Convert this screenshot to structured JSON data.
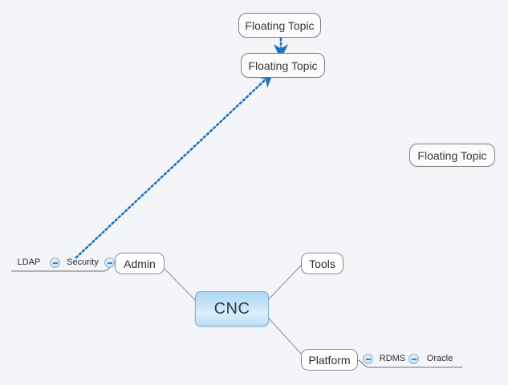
{
  "app": {
    "type": "mind-map-canvas",
    "background_color": "#f4f5f9"
  },
  "central_topic": {
    "label": "CNC",
    "fill_color": "#c9e4f8",
    "border_color": "#7fb4da"
  },
  "main_topics": [
    {
      "id": "admin",
      "label": "Admin"
    },
    {
      "id": "tools",
      "label": "Tools"
    },
    {
      "id": "platform",
      "label": "Platform"
    }
  ],
  "subtopics": [
    {
      "id": "security",
      "label": "Security",
      "parent": "admin"
    },
    {
      "id": "ldap",
      "label": "LDAP",
      "parent": "security"
    },
    {
      "id": "rdms",
      "label": "RDMS",
      "parent": "platform"
    },
    {
      "id": "oracle",
      "label": "Oracle",
      "parent": "rdms"
    }
  ],
  "floating_topics": [
    {
      "id": "floating-1",
      "label": "Floating Topic"
    },
    {
      "id": "floating-2",
      "label": "Floating Topic"
    },
    {
      "id": "floating-3",
      "label": "Floating Topic"
    }
  ],
  "relationships": [
    {
      "id": "rel-floating-1-to-2",
      "style": "dotted",
      "color": "#1f72c0",
      "arrowhead": "filled",
      "from": "floating-1",
      "to": "floating-2"
    },
    {
      "id": "rel-security-to-floating-2",
      "style": "dotted",
      "color": "#1f72c0",
      "arrowhead": "filled",
      "from": "security",
      "to": "floating-2"
    }
  ],
  "collapse_buttons": [
    {
      "id": "collapse-admin",
      "icon": "minus-circle-icon",
      "target": "admin"
    },
    {
      "id": "collapse-security",
      "icon": "minus-circle-icon",
      "target": "security"
    },
    {
      "id": "collapse-platform",
      "icon": "minus-circle-icon",
      "target": "platform"
    },
    {
      "id": "collapse-rdms",
      "icon": "minus-circle-icon",
      "target": "rdms"
    }
  ],
  "connector_color": "#909090",
  "underline_color": "#6f6f6f"
}
